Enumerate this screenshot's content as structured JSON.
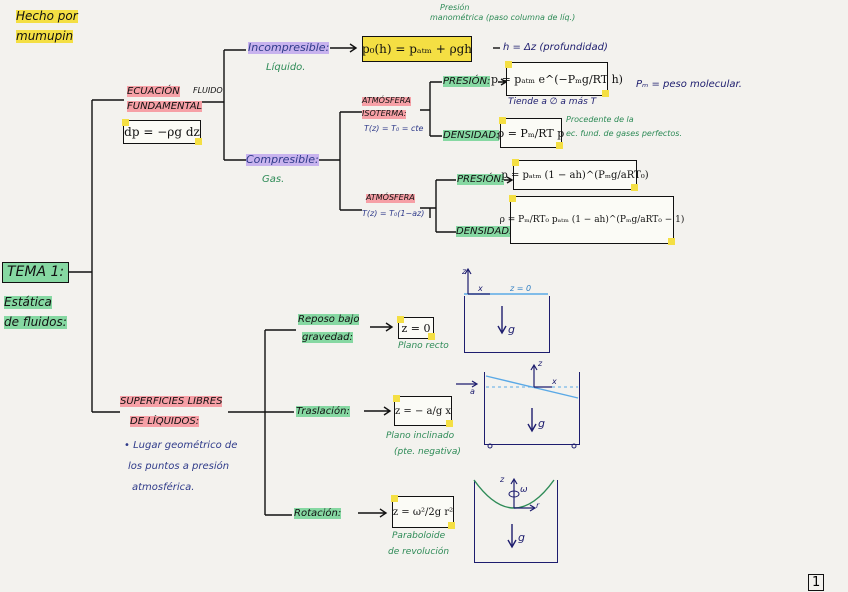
{
  "author_note": {
    "line1": "Hecho por",
    "line2": "mumupin"
  },
  "root": {
    "title": "TEMA 1:",
    "sub1": "Estática",
    "sub2": "de fluidos:"
  },
  "top_branch": {
    "label_line1": "ECUACIÓN",
    "label_line2": "FUNDAMENTAL",
    "fluid_label": "FLUIDO",
    "equation": "dp = −ρg dz",
    "incompressible": {
      "label": "Incompresible:",
      "sub": "Líquido.",
      "equation": "p₀(h) = pₐₜₘ + ρgh",
      "annotation_title": "Presión",
      "annotation": "manométrica (paso columna de líq.)",
      "note": "h = Δz (profundidad)"
    },
    "compressible": {
      "label": "Compresible:",
      "sub": "Gas.",
      "isothermal": {
        "label_line1": "ATMÓSFERA",
        "label_line2": "ISOTERMA:",
        "condition": "T(z) = T₀ = cte",
        "pressure_label": "PRESIÓN:",
        "pressure_eq": "p = pₐₜₘ e^(−Pₘg/RT h)",
        "pressure_note": "Tiende a ∅ a más T",
        "pm_note": "Pₘ = peso molecular.",
        "density_label": "DENSIDAD:",
        "density_eq": "ρ = Pₘ/RT p",
        "density_note_line1": "Procedente de la",
        "density_note_line2": "ec. fund. de gases perfectos."
      },
      "linear": {
        "label": "ATMÓSFERA",
        "condition": "T(z) = T₀(1−az)",
        "pressure_label": "PRESIÓN:",
        "pressure_eq": "p = pₐₜₘ (1 − ah)^(Pₘg/aRT₀)",
        "density_label": "DENSIDAD:",
        "density_eq": "ρ = Pₘ/RT₀ pₐₜₘ (1 − ah)^(Pₘg/aRT₀ − 1)"
      }
    }
  },
  "bottom_branch": {
    "label_line1": "SUPERFICIES LIBRES",
    "label_line2": "DE LÍQUIDOS:",
    "note_line1": "• Lugar geométrico de",
    "note_line2": "los puntos a presión",
    "note_line3": "atmosférica.",
    "rest": {
      "label_line1": "Reposo bajo",
      "label_line2": "gravedad:",
      "equation": "z = 0",
      "result": "Plano recto",
      "axis_z": "z",
      "axis_x": "x",
      "surface": "z = 0",
      "gravity": "g"
    },
    "translation": {
      "label": "Traslación:",
      "equation": "z = − a/g x",
      "result_line1": "Plano inclinado",
      "result_line2": "(pte. negativa)",
      "axis_z": "z",
      "axis_x": "x",
      "accel": "a",
      "gravity": "g"
    },
    "rotation": {
      "label": "Rotación:",
      "equation": "z = ω²/2g r²",
      "result_line1": "Paraboloide",
      "result_line2": "de revolución",
      "axis_z": "z",
      "axis_r": "r",
      "omega": "ω",
      "gravity": "g"
    }
  },
  "page_number": "1",
  "colors": {
    "ink": "#1d1d6e",
    "pink": "#f6a0a6",
    "green": "#86d8a2",
    "purple": "#c8b3ee",
    "yellow": "#f4df43",
    "note_green": "#2e8b57"
  }
}
